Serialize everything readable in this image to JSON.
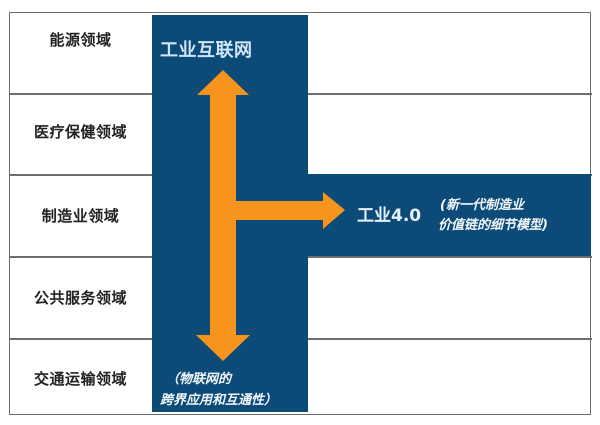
{
  "diagram": {
    "rows": [
      {
        "label": "能源领域"
      },
      {
        "label": "医疗保健领域"
      },
      {
        "label": "制造业领域"
      },
      {
        "label": "公共服务领域"
      },
      {
        "label": "交通运输领域"
      }
    ],
    "vertical_band": {
      "title": "工业互联网",
      "subtitle_line1": "（物联网的",
      "subtitle_line2": "跨界应用和互通性）"
    },
    "horizontal_band": {
      "title": "工业4.0",
      "subtitle_line1": "(新一代制造业",
      "subtitle_line2": "价值链的细节模型)"
    },
    "colors": {
      "band": "#0c4a78",
      "arrow": "#f7941d",
      "grid_line": "#6e6e6e",
      "label_text": "#222222"
    },
    "arrows": [
      {
        "name": "up-arrow",
        "direction": "up"
      },
      {
        "name": "down-arrow",
        "direction": "down"
      },
      {
        "name": "right-arrow",
        "direction": "right"
      }
    ]
  }
}
